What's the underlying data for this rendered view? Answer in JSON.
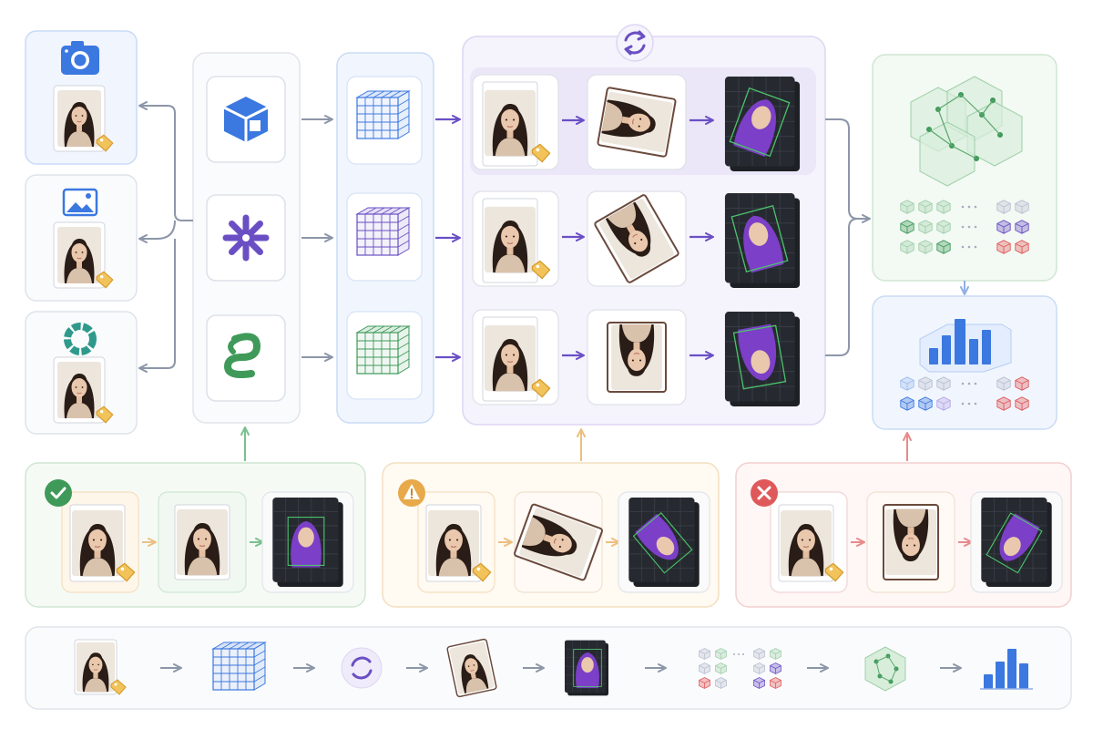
{
  "colors": {
    "blue": "#3b78e0",
    "purple": "#6a4fc4",
    "green": "#3f9a5a",
    "orange": "#e0a050",
    "red": "#e0595a",
    "gray": "#8c96a8",
    "photo_bg": "#ede6dd",
    "skin": "#e9c8ad",
    "hair": "#2a1c16",
    "sweater": "#d9c2ac",
    "tag": "#f2c35a",
    "dark": "#262a30",
    "mask": "#7c3fc8"
  },
  "icons": {
    "sources": [
      "camera-icon",
      "image-gallery-icon",
      "ring-icon"
    ],
    "models": [
      "cube-model-icon",
      "asterisk-model-icon",
      "knot-model-icon"
    ],
    "top_loop": "refresh-icon",
    "success": "check-icon",
    "warning": "warning-icon",
    "failure": "cross-icon"
  },
  "pipeline_rows": [
    {
      "grid_color": "blue",
      "rotation": 100,
      "mask_rotation": 20
    },
    {
      "grid_color": "purple",
      "rotation": 150,
      "mask_rotation": -15
    },
    {
      "grid_color": "green",
      "rotation": 180,
      "mask_rotation": 170
    }
  ],
  "examples": [
    {
      "status": "success",
      "rotation": 0
    },
    {
      "status": "warning",
      "rotation": 110
    },
    {
      "status": "failure",
      "rotation": 180
    }
  ]
}
